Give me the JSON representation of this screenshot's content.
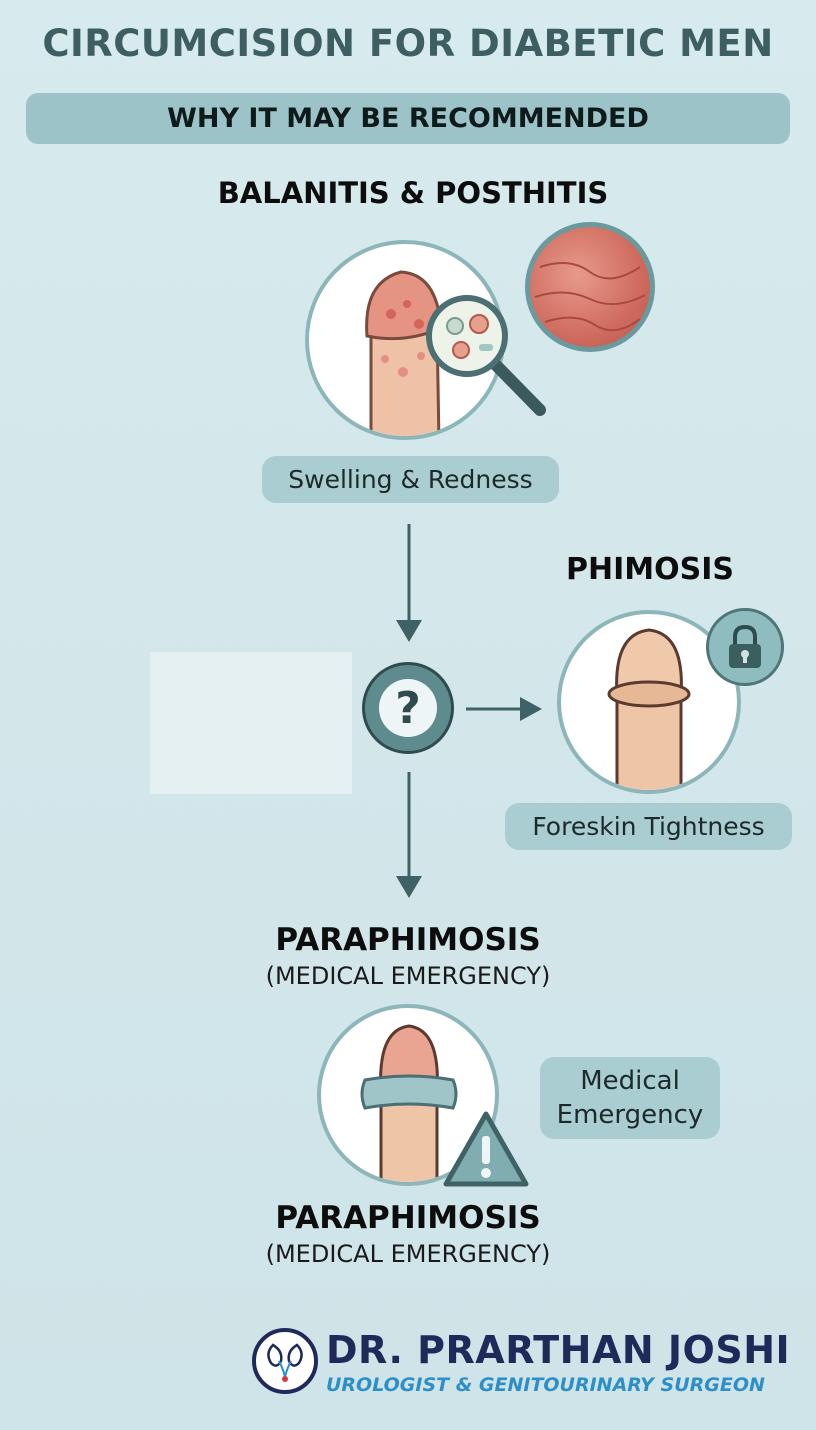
{
  "header": {
    "title": "CIRCUMCISION FOR DIABETIC MEN",
    "subtitle": "WHY IT MAY BE RECOMMENDED"
  },
  "balanitis": {
    "heading": "BALANITIS & POSTHITIS",
    "label": "Swelling & Redness"
  },
  "decision": {
    "symbol": "?"
  },
  "phimosis": {
    "heading": "PHIMOSIS",
    "label": "Foreskin Tightness"
  },
  "paraphimosis": {
    "heading": "PARAPHIMOSIS",
    "subheading": "(MEDICAL EMERGENCY)",
    "badge_line1": "Medical",
    "badge_line2": "Emergency",
    "heading_repeat": "PARAPHIMOSIS",
    "subheading_repeat": "(MEDICAL EMERGENCY)"
  },
  "footer": {
    "name": "DR. PRARTHAN JOSHI",
    "role": "UROLOGIST & GENITOURINARY SURGEON"
  },
  "colors": {
    "title": "#3d5f62",
    "accent_bar": "#9cc4c8",
    "pill": "#a9cdd0",
    "arrow": "#3f6266",
    "footer_name": "#1f2a5a",
    "footer_role": "#2e8ec7"
  }
}
